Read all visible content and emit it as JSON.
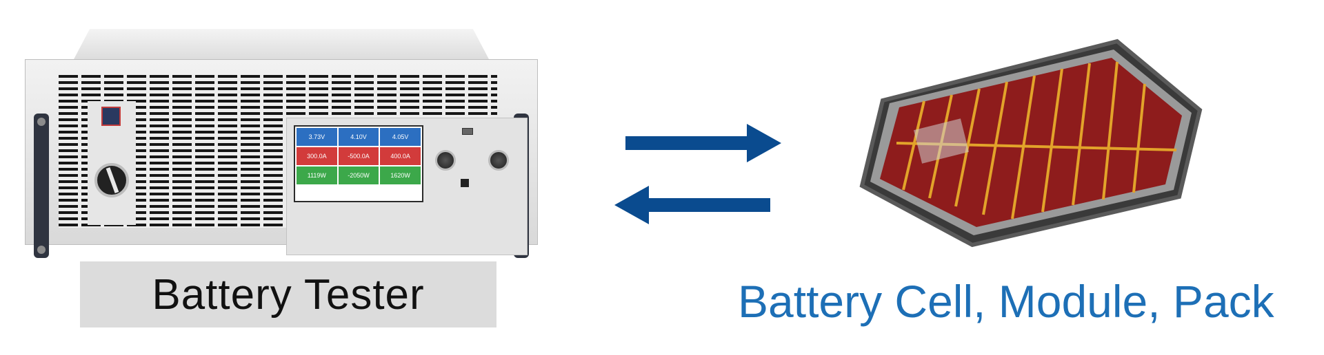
{
  "labels": {
    "tester": "Battery Tester",
    "pack": "Battery Cell, Module, Pack"
  },
  "screen": {
    "cells": [
      {
        "value": "3.73V",
        "color": "#2c6fc1"
      },
      {
        "value": "4.10V",
        "color": "#2c6fc1"
      },
      {
        "value": "4.05V",
        "color": "#2c6fc1"
      },
      {
        "value": "300.0A",
        "color": "#d23b3b"
      },
      {
        "value": "-500.0A",
        "color": "#d23b3b"
      },
      {
        "value": "400.0A",
        "color": "#d23b3b"
      },
      {
        "value": "1119W",
        "color": "#3ca84a"
      },
      {
        "value": "-2050W",
        "color": "#3ca84a"
      },
      {
        "value": "1620W",
        "color": "#3ca84a"
      }
    ]
  },
  "colors": {
    "label_blue": "#1d6fb6",
    "arrow_blue": "#0a4b8f",
    "label_box_gray": "#dcdcdc"
  },
  "icons": {
    "arrow_right": "right-arrow-icon",
    "arrow_left": "left-arrow-icon"
  }
}
